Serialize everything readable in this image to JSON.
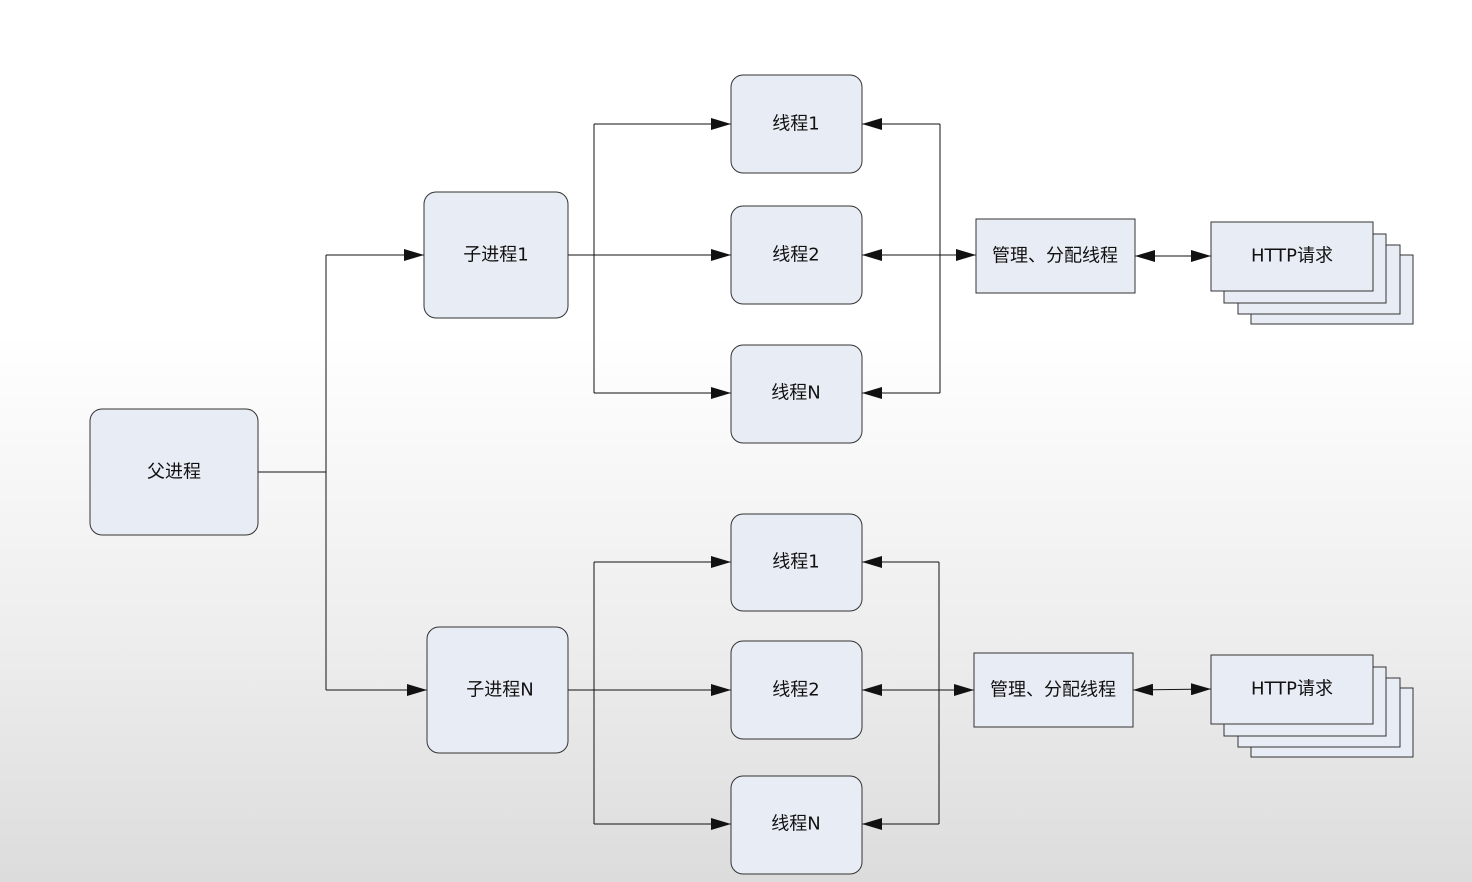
{
  "nodes": {
    "parent": "父进程",
    "child1": "子进程1",
    "childN": "子进程N",
    "t1a": "线程1",
    "t2a": "线程2",
    "tNa": "线程N",
    "t1b": "线程1",
    "t2b": "线程2",
    "tNb": "线程N",
    "manager_a": "管理、分配线程",
    "manager_b": "管理、分配线程",
    "http_a": "HTTP请求",
    "http_b": "HTTP请求"
  }
}
